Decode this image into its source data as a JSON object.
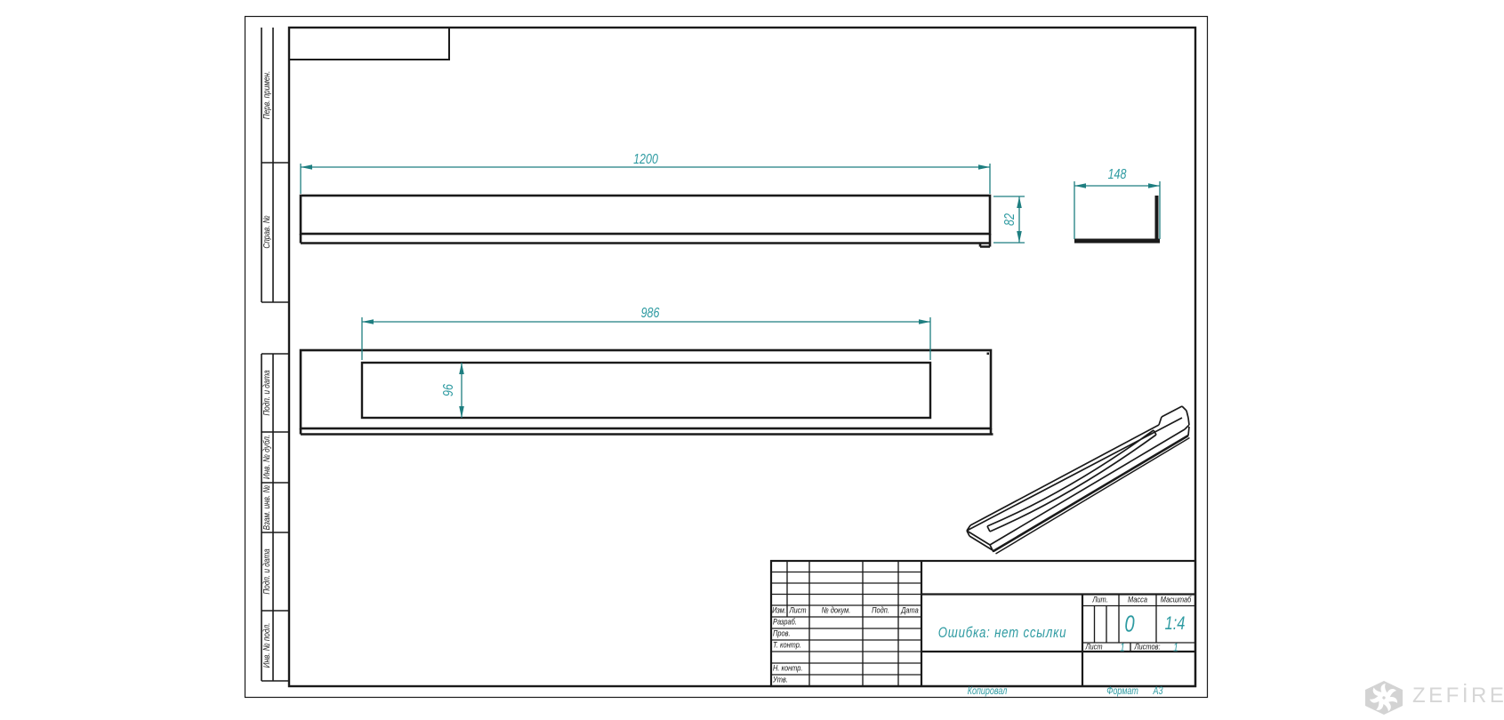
{
  "colors": {
    "line": "#1a1a1a",
    "dim_line": "#1e7e80",
    "dim_text": "#2d9aa1"
  },
  "drawing": {
    "dims": {
      "length": "1200",
      "height": "82",
      "width": "148",
      "slot_length": "986",
      "slot_width": "96"
    }
  },
  "sheet": {
    "side_labels": [
      "Перв. примен.",
      "Справ. №",
      "Подп. и дата",
      "Инв. № дубл.",
      "Взам. инв. №",
      "Подп. и дата",
      "Инв. № подл."
    ]
  },
  "title_block": {
    "col_izm": "Изм.",
    "col_list": "Лист",
    "col_doc": "№ докум.",
    "col_podp": "Подп.",
    "col_data": "Дата",
    "row_razrab": "Разраб.",
    "row_prov": "Пров.",
    "row_tkontr": "Т. контр.",
    "row_nkontr": "Н. контр.",
    "row_utv": "Утв.",
    "title": "Ошибка: нет ссылки",
    "lit_label": "Лит.",
    "mass_label": "Масса",
    "scale_label": "Масштаб",
    "mass_value": "0",
    "scale_value": "1:4",
    "list_label": "Лист",
    "list_value": "1",
    "listov_label": "Листов:",
    "listov_value": "1",
    "kopiroval": "Копировал",
    "format_label": "Формат",
    "format_value": "А3"
  },
  "watermark": {
    "brand": "ZEFİRE"
  }
}
